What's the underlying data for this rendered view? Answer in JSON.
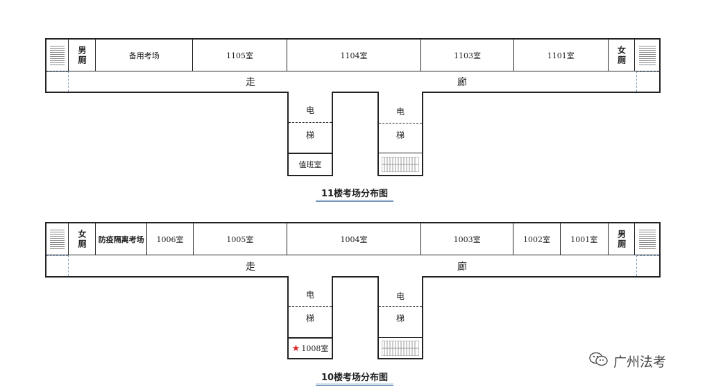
{
  "floor11": {
    "title": "11楼考场分布图",
    "left_restroom": "男厕",
    "right_restroom": "女厕",
    "rooms": [
      "备用考场",
      "1105室",
      "1104室",
      "1103室",
      "1101室"
    ],
    "corridor_left": "走",
    "corridor_right": "廊",
    "elevator_top": "电",
    "elevator_bottom": "梯",
    "duty_room": "值班室"
  },
  "floor10": {
    "title": "10楼考场分布图",
    "left_restroom": "女厕",
    "right_restroom": "男厕",
    "isolation_room": "防疫隔离考场",
    "rooms": [
      "1006室",
      "1005室",
      "1004室",
      "1003室",
      "1002室",
      "1001室"
    ],
    "corridor_left": "走",
    "corridor_right": "廊",
    "elevator_top": "电",
    "elevator_bottom": "梯",
    "marked_room": "1008室",
    "marker_icon": "star-icon",
    "marker_color": "#e02020"
  },
  "watermark": {
    "icon": "wechat-icon",
    "text": "广州法考"
  }
}
